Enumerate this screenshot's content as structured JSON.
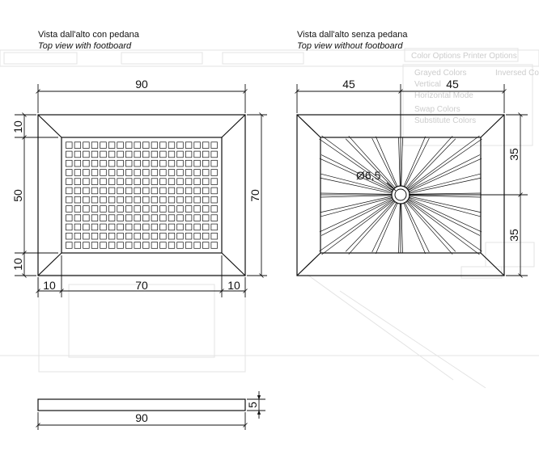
{
  "left_view": {
    "caption_it": "Vista dall'alto con pedana",
    "caption_en": "Top view with footboard",
    "dim_width": "90",
    "dim_left": "10",
    "dim_center": "70",
    "dim_right": "10",
    "dim_top": "10",
    "dim_middle": "50",
    "dim_bottom": "10",
    "dim_height": "70"
  },
  "right_view": {
    "caption_it": "Vista dall'alto senza pedana",
    "caption_en": "Top view without footboard",
    "dim_half_left": "45",
    "dim_half_right": "45",
    "dim_upper": "35",
    "dim_lower": "35",
    "drain_label": "Ø6,5"
  },
  "side_view": {
    "dim_thickness": "5",
    "dim_width": "90"
  },
  "background_ghost": {
    "labels": [
      "Grayed Colors",
      "Inversed Color",
      "Vertical",
      "Horizontal Mode",
      "Swap Colors",
      "Substitute Colors",
      "Printer Options",
      "Color Options"
    ]
  },
  "colors": {
    "line": "#111111",
    "ghost": "#cccccc"
  }
}
